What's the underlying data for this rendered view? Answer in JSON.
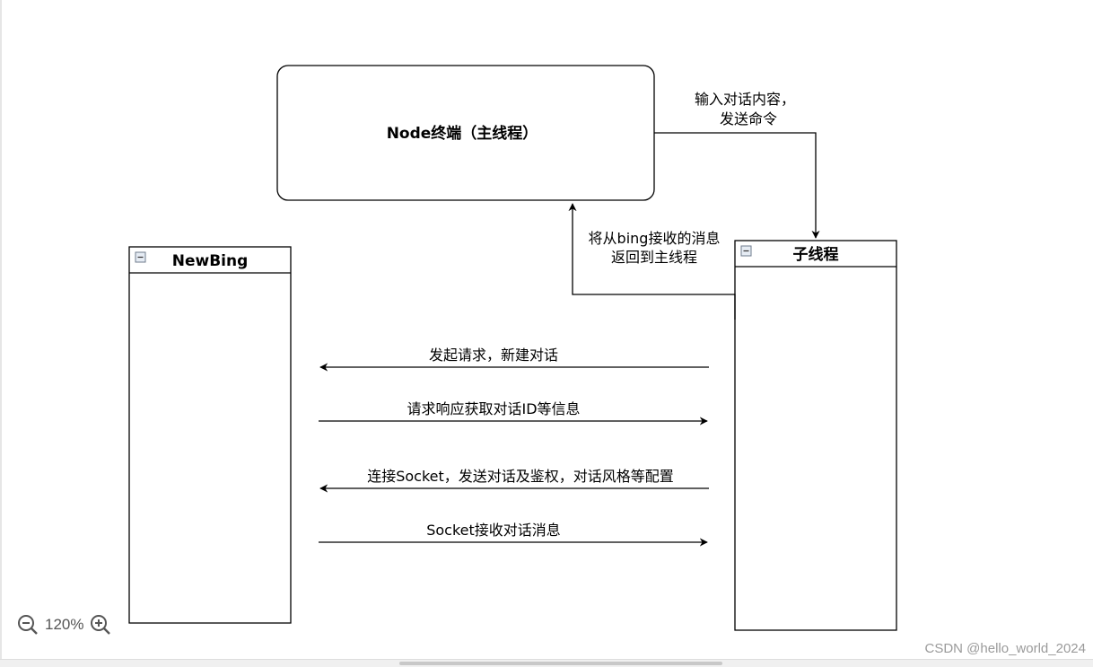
{
  "diagram": {
    "main_thread": {
      "title": "Node终端（主线程）"
    },
    "newbing": {
      "title": "NewBing"
    },
    "child_thread": {
      "title": "子线程"
    },
    "edge_input": {
      "line1": "输入对话内容，",
      "line2": "发送命令"
    },
    "edge_return": {
      "line1": "将从bing接收的消息",
      "line2": "返回到主线程"
    },
    "messages": [
      {
        "label": "发起请求，新建对话",
        "direction": "to-newbing"
      },
      {
        "label": "请求响应获取对话ID等信息",
        "direction": "to-child"
      },
      {
        "label": "连接Socket，发送对话及鉴权，对话风格等配置",
        "direction": "to-newbing"
      },
      {
        "label": "Socket接收对话消息",
        "direction": "to-child"
      }
    ]
  },
  "toolbar": {
    "zoom_level": "120%",
    "zoom_out_icon": "zoom-out-icon",
    "zoom_in_icon": "zoom-in-icon"
  },
  "watermark": "CSDN @hello_world_2024"
}
